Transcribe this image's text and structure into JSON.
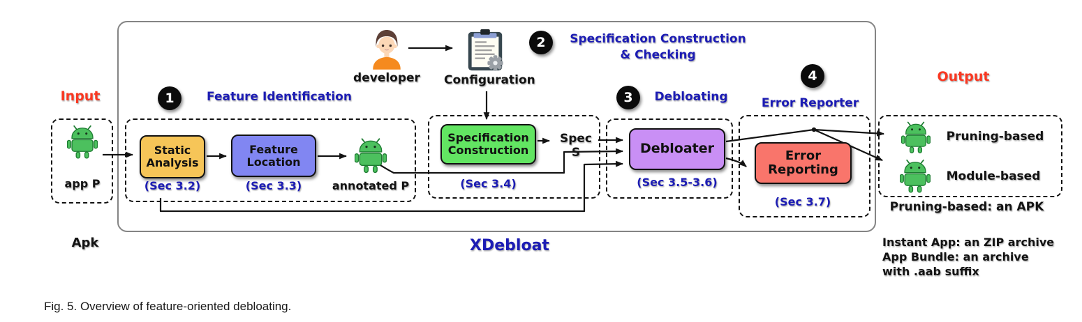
{
  "caption": "Fig. 5. Overview of feature-oriented debloating.",
  "system": {
    "name": "XDebloat"
  },
  "colors": {
    "heading_blue": "#1c1cb4",
    "label_red": "#f93822",
    "static_analysis_fill": "#f6c558",
    "feature_location_fill": "#8186f2",
    "spec_construction_fill": "#62e562",
    "debloater_fill": "#c98ff5",
    "error_reporting_fill": "#f9756b",
    "android_green": "#4cc05e"
  },
  "input": {
    "title": "Input",
    "android_label": "app P",
    "file_label": "Apk"
  },
  "stage1": {
    "number": "1",
    "title": "Feature Identification",
    "static_analysis": {
      "line1": "Static",
      "line2": "Analysis",
      "sec": "(Sec 3.2)"
    },
    "feature_location": {
      "line1": "Feature",
      "line2": "Location",
      "sec": "(Sec 3.3)"
    },
    "annotated_label": "annotated P"
  },
  "stage2": {
    "number": "2",
    "title_line1": "Specification Construction",
    "title_line2": "& Checking",
    "developer_label": "developer",
    "configuration_label": "Configuration",
    "spec_construction": {
      "line1": "Specification",
      "line2": "Construction",
      "sec": "(Sec 3.4)"
    },
    "spec_s": "Spec S"
  },
  "stage3": {
    "number": "3",
    "title": "Debloating",
    "debloater": {
      "label": "Debloater",
      "sec": "(Sec 3.5-3.6)"
    }
  },
  "stage4": {
    "number": "4",
    "title": "Error Reporter",
    "error_reporting": {
      "line1": "Error",
      "line2": "Reporting",
      "sec": "(Sec 3.7)"
    }
  },
  "output": {
    "title": "Output",
    "pruning_label": "Pruning-based",
    "module_label": "Module-based",
    "note_apk": "Pruning-based: an APK",
    "note_line1": "Instant App: an ZIP archive",
    "note_line2": "App Bundle: an archive",
    "note_line3": "with .aab suffix"
  }
}
